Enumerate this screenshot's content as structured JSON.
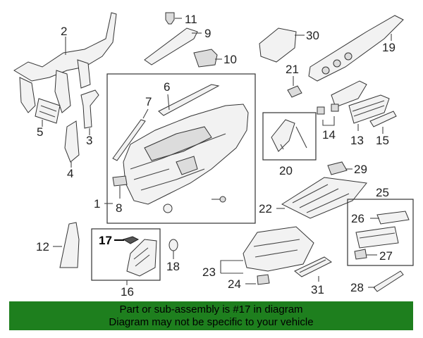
{
  "callouts": {
    "c1": "1",
    "c2": "2",
    "c3": "3",
    "c4": "4",
    "c5": "5",
    "c6": "6",
    "c7": "7",
    "c8": "8",
    "c9": "9",
    "c10": "10",
    "c11": "11",
    "c12": "12",
    "c13": "13",
    "c14": "14",
    "c15": "15",
    "c16": "16",
    "c17": "17",
    "c18": "18",
    "c19": "19",
    "c20": "20",
    "c21": "21",
    "c22": "22",
    "c23": "23",
    "c24": "24",
    "c25": "25",
    "c26": "26",
    "c27": "27",
    "c28": "28",
    "c29": "29",
    "c30": "30",
    "c31": "31"
  },
  "highlighted_part": "17",
  "banner": {
    "line1": "Part or sub-assembly is #17 in diagram",
    "line2": "Diagram may not be specific to your vehicle"
  },
  "colors": {
    "banner": "#1e7f1e",
    "text": "#000000",
    "line": "#444444"
  }
}
